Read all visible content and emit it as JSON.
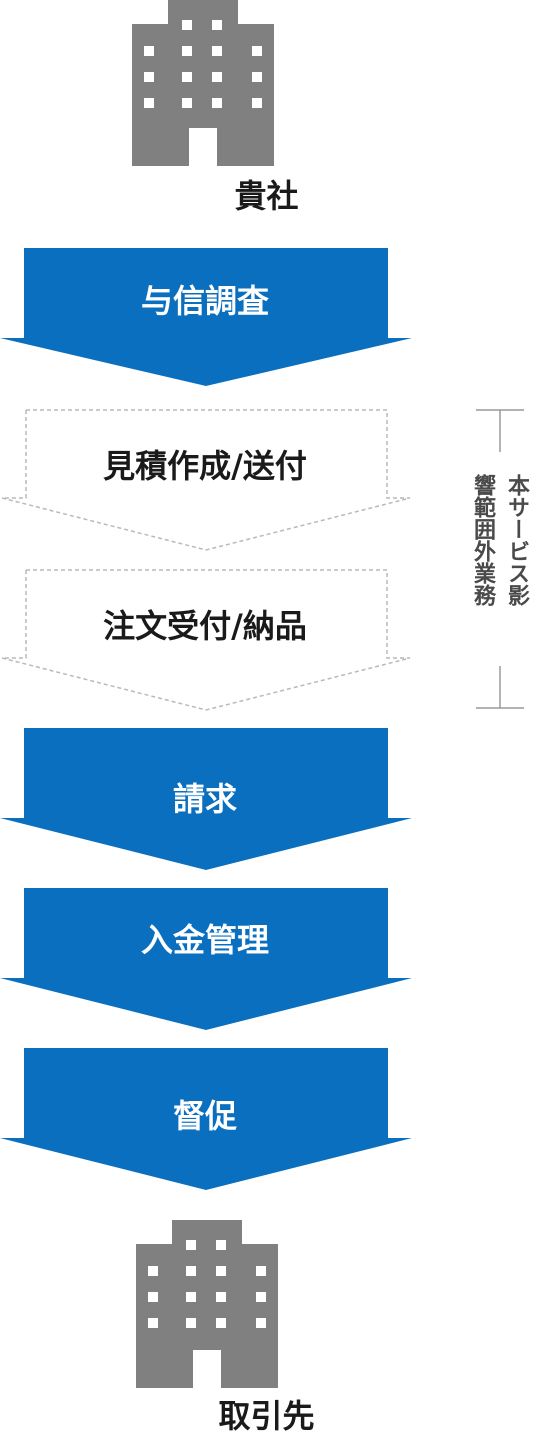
{
  "colors": {
    "step_fill": "#0a6fbf",
    "building": "#808080",
    "dashed_border": "#b9b9b9",
    "bracket": "#9a9a9a"
  },
  "source": {
    "label": "貴社",
    "icon": "building-icon"
  },
  "target": {
    "label": "取引先",
    "icon": "building-icon"
  },
  "steps": [
    {
      "label": "与信調査",
      "style": "solid"
    },
    {
      "label": "見積作成/送付",
      "style": "dashed"
    },
    {
      "label": "注文受付/納品",
      "style": "dashed"
    },
    {
      "label": "請求",
      "style": "solid"
    },
    {
      "label": "入金管理",
      "style": "solid"
    },
    {
      "label": "督促",
      "style": "solid"
    }
  ],
  "out_of_scope_note": {
    "line1": "本サービス影",
    "line2": "響範囲外業務"
  }
}
